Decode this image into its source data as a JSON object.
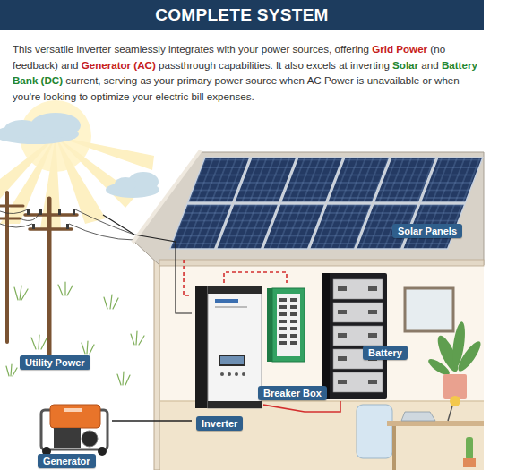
{
  "diagram": {
    "title": "COMPLETE SYSTEM",
    "nodes": [
      {
        "text": [
          "Solar Panels"
        ]
      },
      {
        "text": [
          "Utility Power"
        ]
      },
      {
        "text": [
          "Inverter"
        ]
      },
      {
        "text": [
          "Breaker Box"
        ]
      },
      {
        "text": [
          "Battery"
        ]
      },
      {
        "text": [
          "Generator"
        ]
      }
    ],
    "edges": [
      {
        "from": 0,
        "to": 2,
        "arrow": "none"
      },
      {
        "from": 1,
        "to": 2,
        "arrow": "none"
      },
      {
        "from": 5,
        "to": 2,
        "arrow": "none"
      },
      {
        "from": 2,
        "to": 3,
        "arrow": "none"
      },
      {
        "from": 2,
        "to": 4,
        "arrow": "none"
      }
    ],
    "labels": [
      "This versatile inverter seamlessly integrates with your power sources, offering",
      "Grid Power",
      "(no feedback) and",
      "Generator (AC)",
      "passthrough capabilities. It also excels at inverting",
      "Solar",
      "and",
      "Battery Bank (DC)",
      "current, serving as your primary power source when AC Power is unavailable or when you're looking to optimize your electric bill expenses."
    ]
  }
}
